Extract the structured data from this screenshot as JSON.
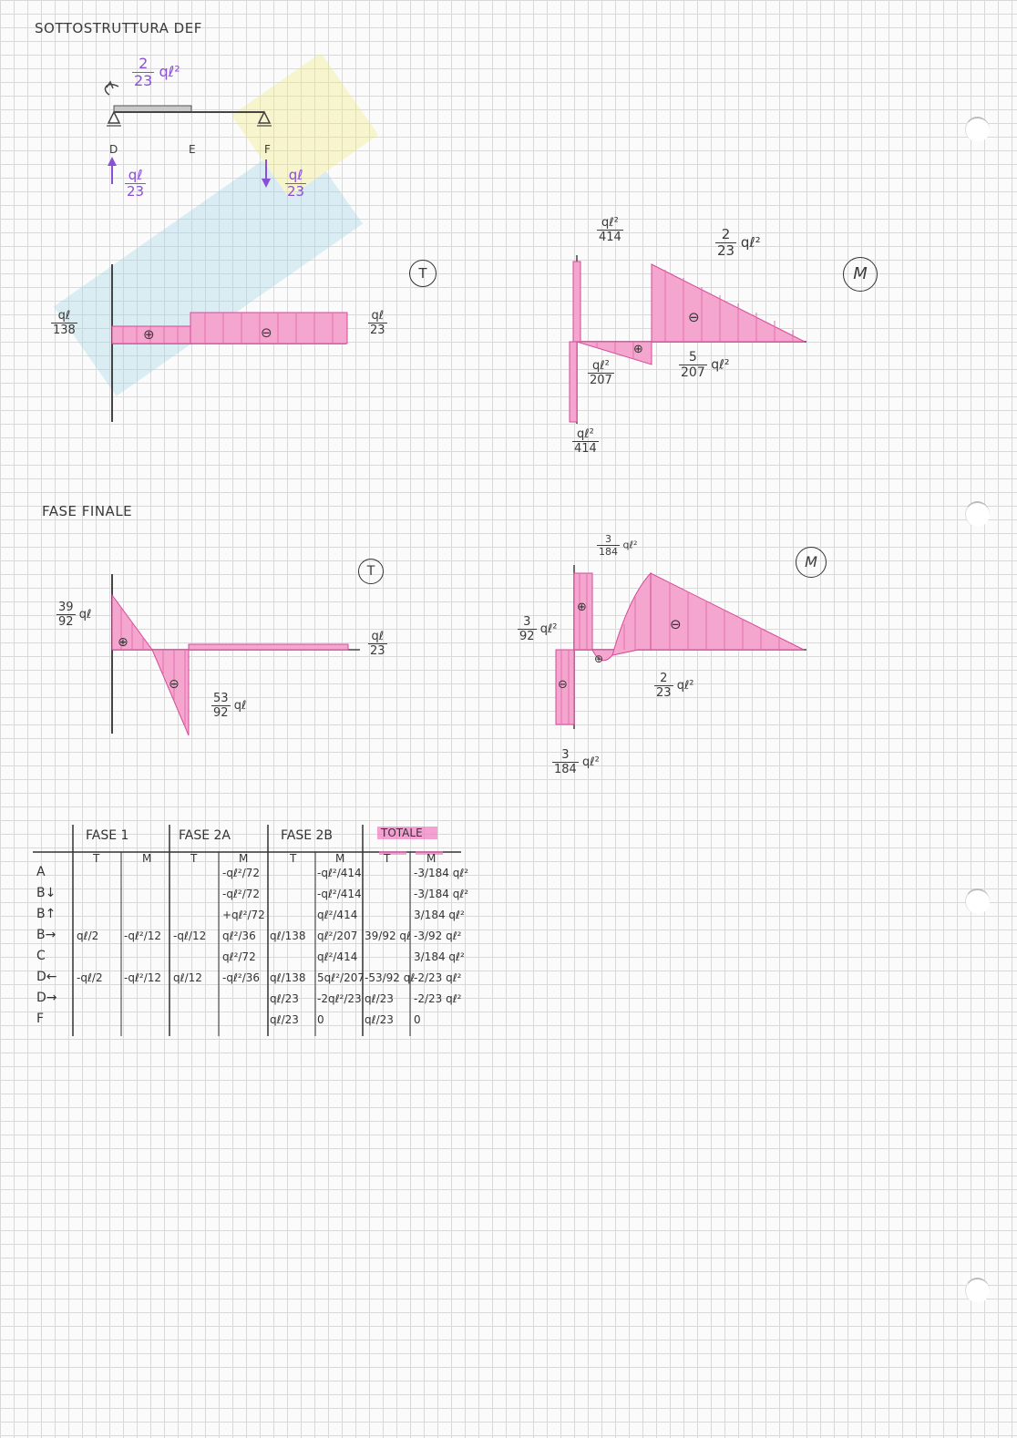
{
  "substructure": {
    "title": "SOTTOSTRUTTURA DEF",
    "moment_num": "2",
    "moment_den": "23",
    "moment_tail": "qℓ²",
    "node_d": "D",
    "node_e": "E",
    "node_f": "F",
    "react_num": "qℓ",
    "react_den": "23"
  },
  "sub_shear": {
    "circle": "T",
    "left_num": "qℓ",
    "left_den": "138",
    "right_num": "qℓ",
    "right_den": "23",
    "plus": "⊕",
    "minus": "⊖"
  },
  "sub_moment": {
    "circle": "M",
    "top_num": "qℓ²",
    "top_den": "414",
    "peak_num": "2",
    "peak_den": "23",
    "peak_tail": "qℓ²",
    "mid_num": "qℓ²",
    "mid_den": "207",
    "mid2_num": "5",
    "mid2_den": "207",
    "mid2_tail": "qℓ²",
    "bot_num": "qℓ²",
    "bot_den": "414"
  },
  "final": {
    "title": "FASE FINALE",
    "shear_circle": "T",
    "shear_top_num": "39",
    "shear_top_den": "92",
    "shear_top_tail": "qℓ",
    "shear_bot_num": "53",
    "shear_bot_den": "92",
    "shear_bot_tail": "qℓ",
    "shear_right_num": "qℓ",
    "shear_right_den": "23",
    "moment_circle": "M",
    "m_top_num": "3",
    "m_top_den": "184",
    "m_top_tail": "qℓ²",
    "m_left_num": "3",
    "m_left_den": "92",
    "m_left_tail": "qℓ²",
    "m_right_num": "2",
    "m_right_den": "23",
    "m_right_tail": "qℓ²",
    "m_bot_num": "3",
    "m_bot_den": "184",
    "m_bot_tail": "qℓ²"
  },
  "table": {
    "headers": [
      "FASE 1",
      "FASE 2A",
      "FASE 2B",
      "TOTALE"
    ],
    "sub_t": "T",
    "sub_m": "M",
    "rows": [
      "A",
      "B↓",
      "B↑",
      "B→",
      "C",
      "D←",
      "D→",
      "F"
    ],
    "fase1_t": [
      "",
      "",
      "",
      "qℓ/2",
      "",
      "-qℓ/2",
      "",
      ""
    ],
    "fase1_m": [
      "",
      "",
      "",
      "-qℓ²/12",
      "",
      "-qℓ²/12",
      "",
      ""
    ],
    "fase2a_t": [
      "",
      "",
      "",
      "-qℓ/12",
      "",
      "qℓ/12",
      "",
      ""
    ],
    "fase2a_m": [
      "-qℓ²/72",
      "-qℓ²/72",
      "+qℓ²/72",
      "qℓ²/36",
      "qℓ²/72",
      "-qℓ²/36",
      "",
      ""
    ],
    "fase2b_t": [
      "",
      "",
      "",
      "qℓ/138",
      "",
      "qℓ/138",
      "qℓ/23",
      "qℓ/23"
    ],
    "fase2b_m": [
      "-qℓ²/414",
      "-qℓ²/414",
      "qℓ²/414",
      "qℓ²/207",
      "qℓ²/414",
      "5qℓ²/207",
      "-2qℓ²/23",
      "0"
    ],
    "tot_t": [
      "",
      "",
      "",
      "39/92 qℓ",
      "",
      "-53/92 qℓ",
      "qℓ/23",
      "qℓ/23"
    ],
    "tot_m": [
      "-3/184 qℓ²",
      "-3/184 qℓ²",
      "3/184 qℓ²",
      "-3/92 qℓ²",
      "3/184 qℓ²",
      "-2/23 qℓ²",
      "-2/23 qℓ²",
      "0"
    ]
  }
}
